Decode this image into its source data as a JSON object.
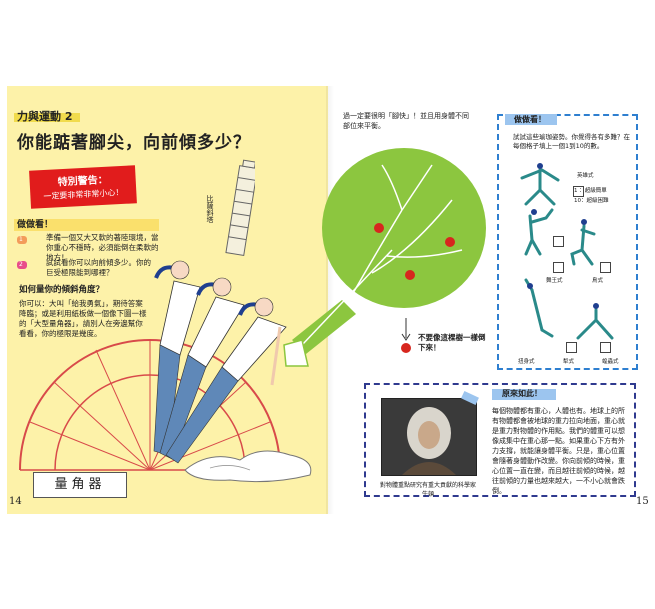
{
  "left_page": {
    "section_label": "力與運動 2",
    "title": "你能踮著腳尖，向前傾多少？",
    "warning": {
      "title": "特別警告：",
      "subtitle": "一定要非常非常小心！"
    },
    "try_label": "做做看！",
    "steps": [
      {
        "num": "1",
        "text": "準備一個又大又軟的著陸環境，當你重心不穩時，必須能倒在柔軟的地方！"
      },
      {
        "num": "2",
        "text": "試試看你可以向前傾多少。你的巨受極限能到哪裡？"
      }
    ],
    "how_title": "如何量你的傾斜角度？",
    "how_body": "你可以：大叫「給我勇氣」，期待答案降臨；或是利用紙板做一個像下圖一樣的「大型量角器」，請別人在旁邊幫你看看，你的極限是幾度。",
    "tower_caption": "比薩斜塔",
    "protractor_label": "量角器",
    "page_number": "14"
  },
  "right_page": {
    "top_text": "過一定要很明「腳快」！並且用身體不同部位來平衡。",
    "fall_text": "不要像這棵樹一樣倒下來！",
    "try_label": "做做看！",
    "poses_intro": "試試這些瑜珈姿勢。你覺得各有多難？在每個格子填上一個1到10的數。",
    "poses": [
      {
        "label": "英雄式"
      },
      {
        "label": "舞王式"
      },
      {
        "label": "鳥式"
      },
      {
        "label": "扭身式"
      },
      {
        "label": "犁式"
      },
      {
        "label": "蝗蟲式"
      }
    ],
    "scale_note_easy": "1 ：超級簡單",
    "scale_note_hard": "10：超級困難",
    "origin_label": "原來如此！",
    "origin_body": "每個物體都有重心，人體也有。地球上的所有物體都會被地球的重力拉向地面，重心就是重力對物體的作用點。我們的體重可以想像成集中在重心那一點。如果重心下方有外力支撐，就能讓身體平衡。只是，重心位置會隨著身體動作改變。你向前傾的時候，重心位置一直在變，而且越往前傾的時候，越往前傾的力量也越來越大，一不小心就會跌倒。",
    "portrait_caption": "對物體重點研究有重大貢獻的科學家牛頓",
    "page_number": "15"
  },
  "colors": {
    "left_bg": "#fdf2a9",
    "warning_red": "#e11c1c",
    "tree_green": "#8cc63f",
    "jeans_blue": "#5f88b8",
    "box_blue": "#2e7fd0",
    "apple_red": "#d7261e"
  }
}
